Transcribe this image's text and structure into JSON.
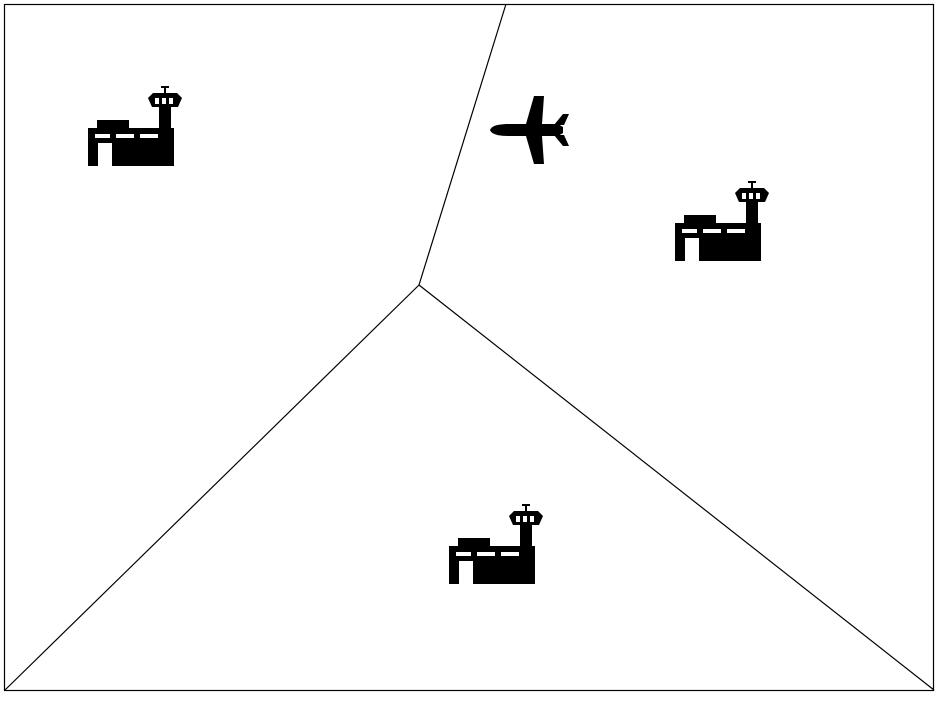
{
  "diagram": {
    "frame": {
      "color": "#000000"
    },
    "regions": [
      {
        "name": "voronoi-region-northwest",
        "airport_icon": "airport-control-tower-icon"
      },
      {
        "name": "voronoi-region-northeast",
        "airport_icon": "airport-control-tower-icon"
      },
      {
        "name": "voronoi-region-south",
        "airport_icon": "airport-control-tower-icon"
      }
    ],
    "aircraft": {
      "icon": "airplane-icon",
      "region": "voronoi-region-northeast",
      "heading": "west"
    },
    "colors": {
      "background": "#ffffff",
      "lines": "#000000",
      "icons": "#000000"
    }
  }
}
